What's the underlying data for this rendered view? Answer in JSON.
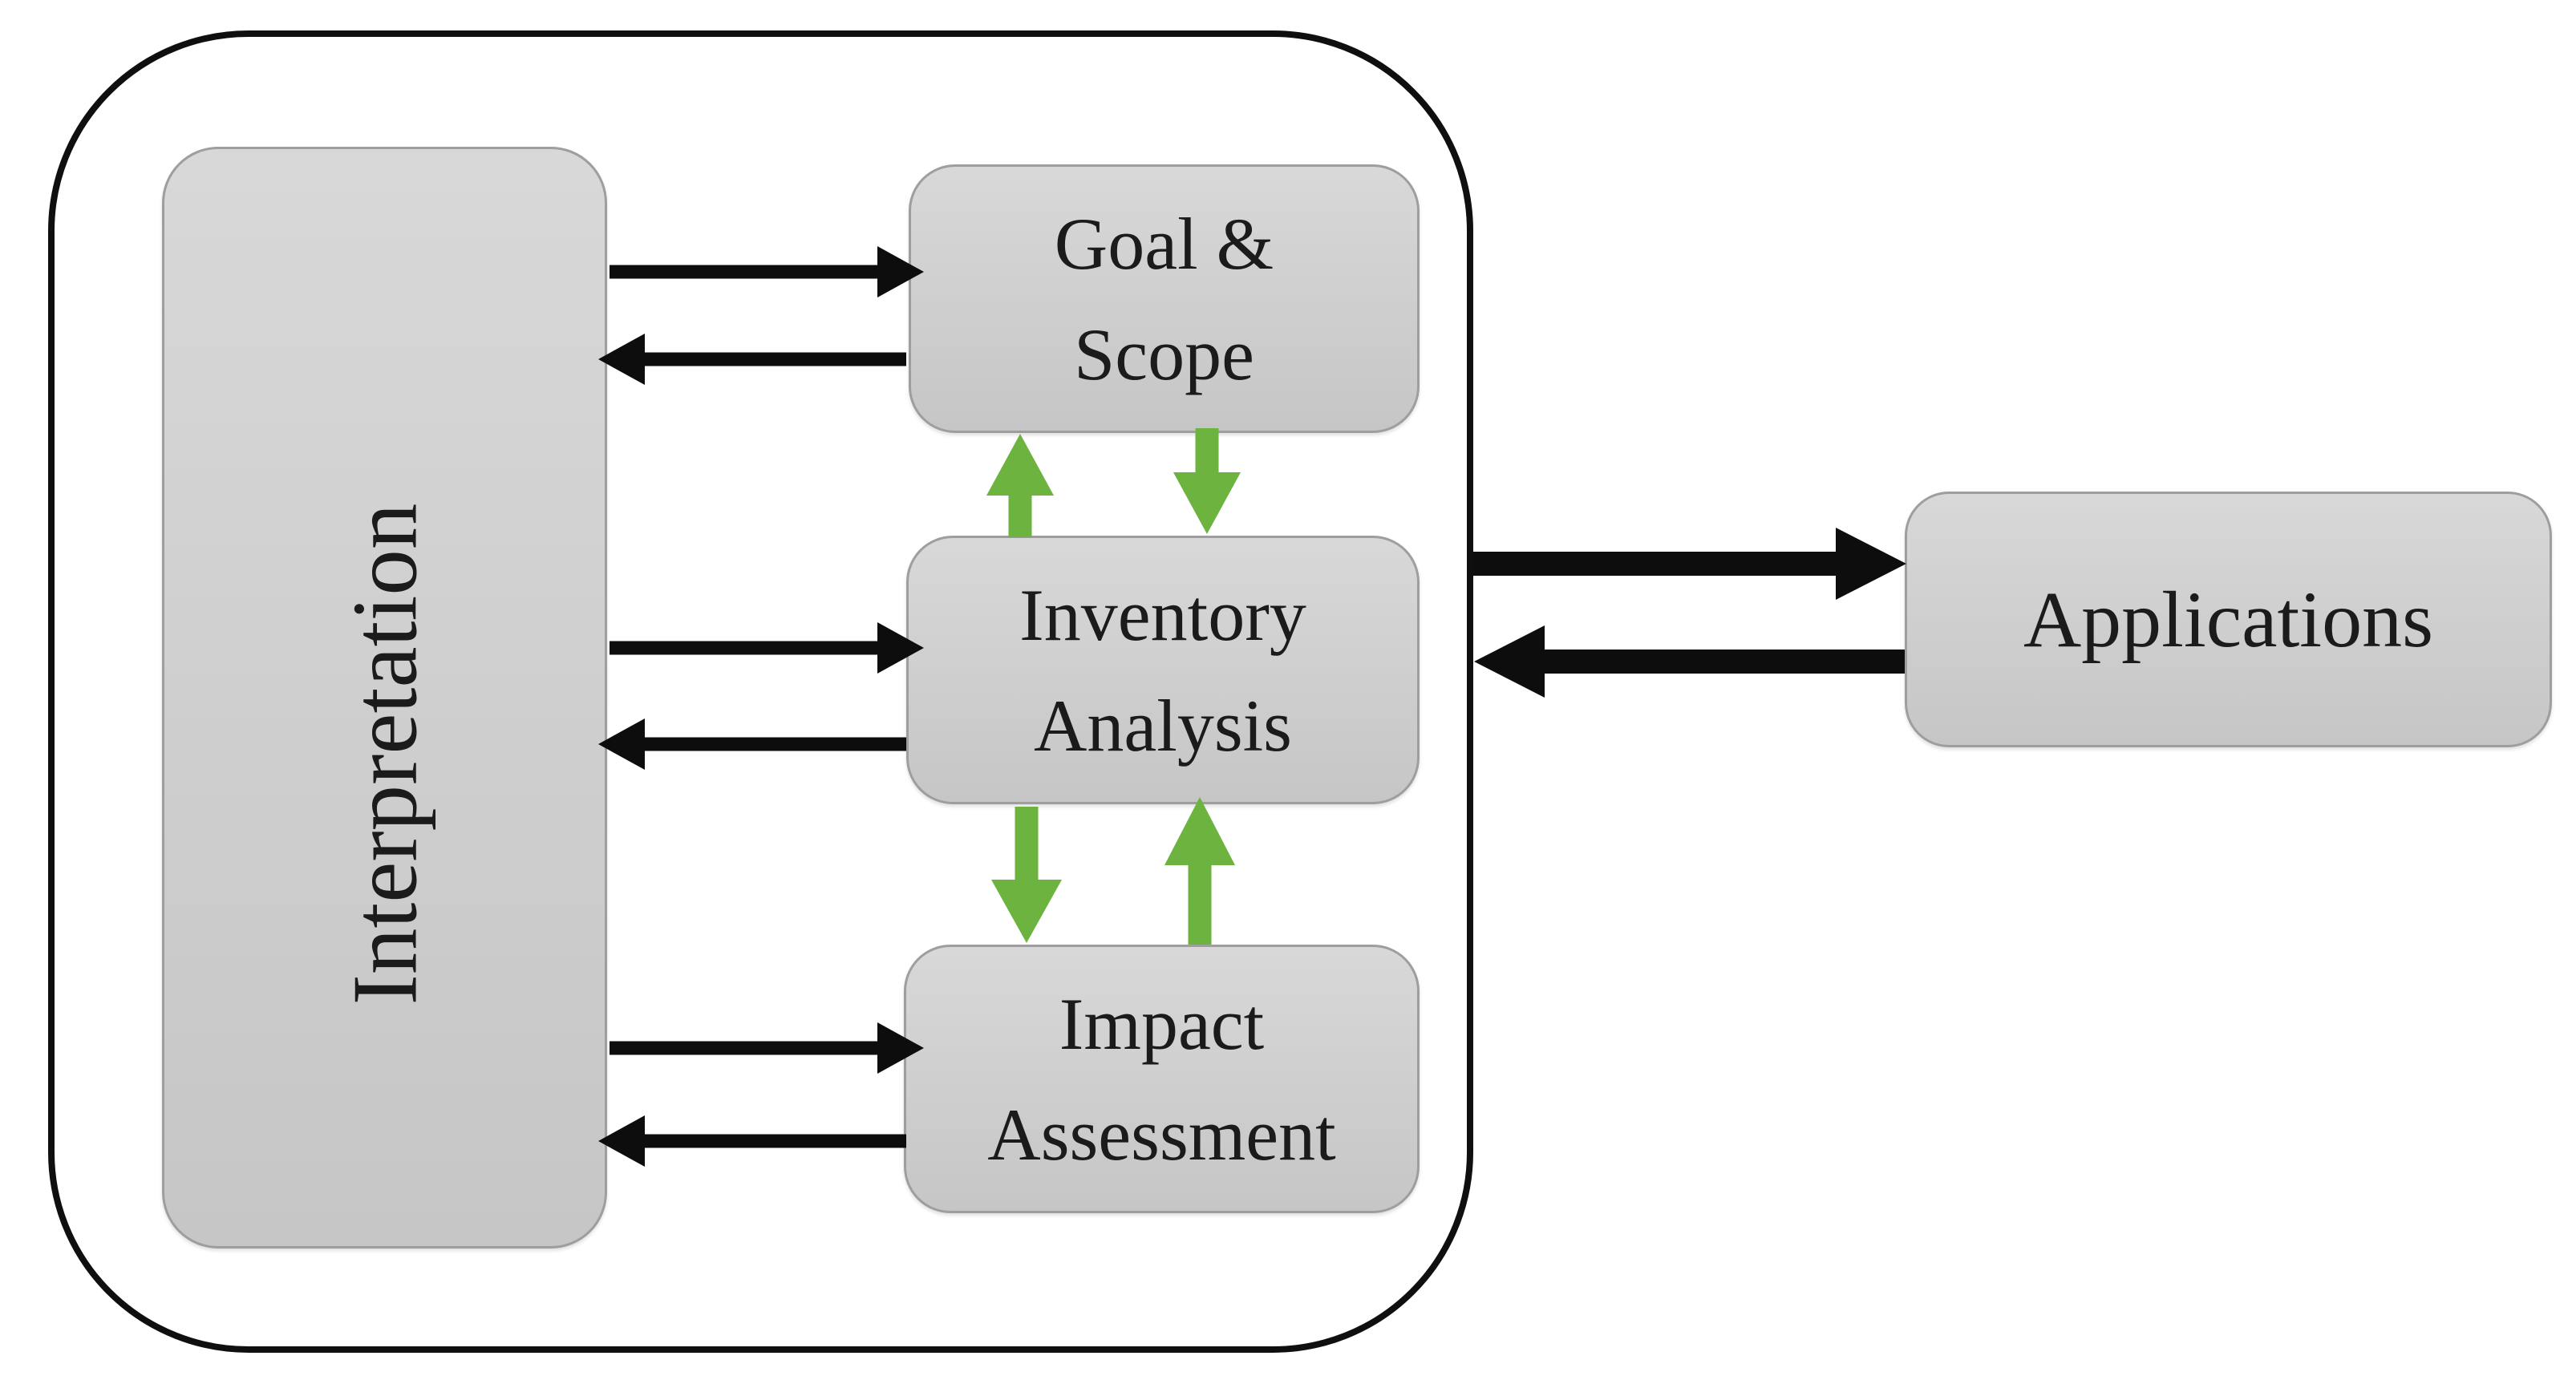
{
  "diagram": {
    "interpretation": {
      "label": "Interpretation"
    },
    "goal_scope": {
      "line1": "Goal &",
      "line2": "Scope"
    },
    "inventory": {
      "line1": "Inventory",
      "line2": "Analysis"
    },
    "impact": {
      "line1": "Impact",
      "line2": "Assessment"
    },
    "applications": {
      "label": "Applications"
    }
  },
  "colors": {
    "background": "#ffffff",
    "frame_border": "#0f0f0f",
    "box_border": "#9e9e9e",
    "box_fill_top": "#d8d8d8",
    "box_fill_bottom": "#c6c6c6",
    "arrow_black": "#0d0d0d",
    "arrow_green": "#6cb33f",
    "text": "#1b1b1b"
  }
}
